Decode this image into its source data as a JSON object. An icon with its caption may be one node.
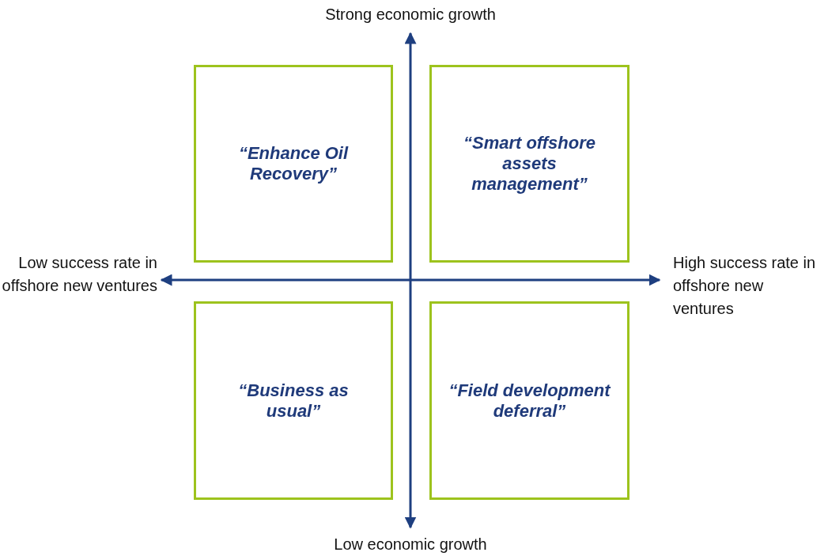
{
  "diagram": {
    "nodes": [
      {
        "text": [
          "“Enhance Oil Recovery”"
        ]
      },
      {
        "text": [
          "“Smart offshore assets management”"
        ]
      },
      {
        "text": [
          "“Business as usual”"
        ]
      },
      {
        "text": [
          "“Field development deferral”"
        ]
      }
    ],
    "labels": [
      "Strong economic growth",
      "Low success rate in offshore new ventures",
      "High success rate in offshore new ventures",
      "Low economic growth"
    ]
  }
}
